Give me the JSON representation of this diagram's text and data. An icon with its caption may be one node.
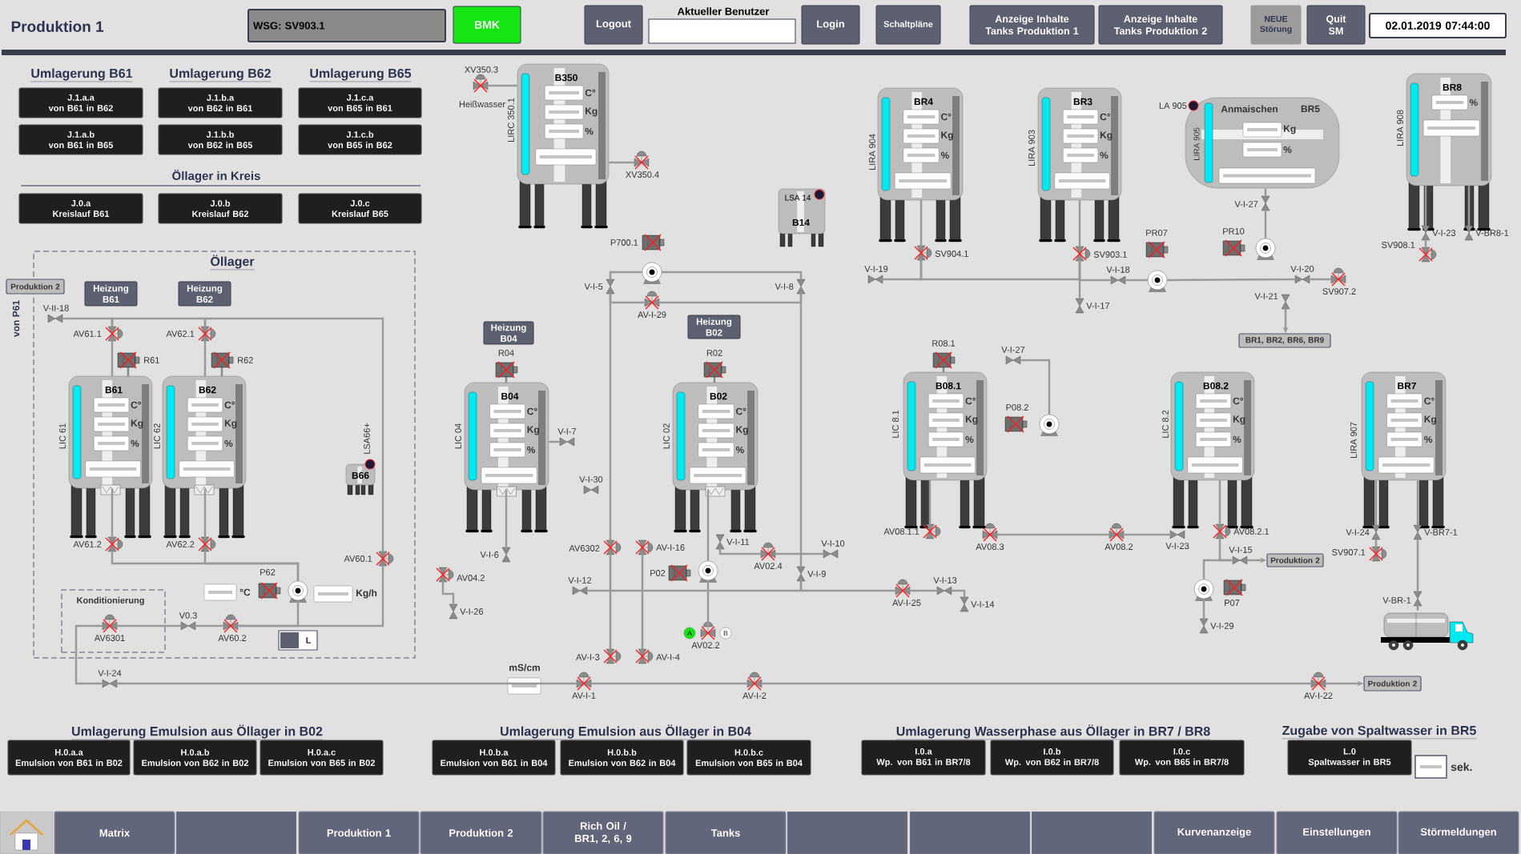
{
  "diagram": {
    "title": "Produktion 1",
    "nodes": [
      {
        "text": [
          "WSG: SV903.1"
        ]
      },
      {
        "text": [
          "BMK"
        ]
      },
      {
        "text": [
          "Logout"
        ]
      },
      {
        "text": [
          "Login"
        ]
      },
      {
        "text": [
          "Schaltpläne"
        ]
      },
      {
        "text": [
          "Anzeige Inhalte Tanks Produktion 1"
        ]
      },
      {
        "text": [
          "Anzeige Inhalte Tanks Produktion 2"
        ]
      },
      {
        "text": [
          "NEUE Störung"
        ]
      },
      {
        "text": [
          "Quit SM"
        ]
      },
      {
        "text": [
          "02.01.2019 07:44:00"
        ]
      },
      {
        "text": [
          "J.1.a.a",
          "von B61 in B62"
        ]
      },
      {
        "text": [
          "J.1.b.a",
          "von B62 in B61"
        ]
      },
      {
        "text": [
          "J.1.c.a",
          "von B65 in B61"
        ]
      },
      {
        "text": [
          "J.1.a.b",
          "von B61 in B65"
        ]
      },
      {
        "text": [
          "J.1.b.b",
          "von B62 in B65"
        ]
      },
      {
        "text": [
          "J.1.c.b",
          "von B65 in B62"
        ]
      },
      {
        "text": [
          "J.0.a",
          "Kreislauf B61"
        ]
      },
      {
        "text": [
          "J.0.b",
          "Kreislauf B62"
        ]
      },
      {
        "text": [
          "J.0.c",
          "Kreislauf B65"
        ]
      },
      {
        "text": [
          "Öllager"
        ]
      },
      {
        "text": [
          "Produktion 2"
        ]
      },
      {
        "text": [
          "Heizung B61"
        ],
        "in": 19
      },
      {
        "text": [
          "Heizung B62"
        ],
        "in": 19
      },
      {
        "text": [],
        "shape": "valve",
        "beside": [
          "V-II-18"
        ],
        "in": 19
      },
      {
        "text": [],
        "shape": "valve",
        "beside": [
          "AV61.1"
        ],
        "in": 19
      },
      {
        "text": [],
        "shape": "valve",
        "beside": [
          "AV62.1"
        ],
        "in": 19
      },
      {
        "text": [],
        "shape": "motor",
        "beside": [
          "R61"
        ],
        "in": 19
      },
      {
        "text": [],
        "shape": "motor",
        "beside": [
          "R62"
        ],
        "in": 19
      },
      {
        "text": [
          "B61",
          "C°",
          "Kg",
          "%"
        ],
        "beside": [
          "LIC 61"
        ],
        "in": 19
      },
      {
        "text": [
          "B62",
          "C°",
          "Kg",
          "%"
        ],
        "beside": [
          "LIC 62"
        ],
        "in": 19
      },
      {
        "text": [
          "B66"
        ],
        "beside": [
          "LSA66+"
        ],
        "in": 19
      },
      {
        "text": [],
        "shape": "valve",
        "beside": [
          "AV61.2"
        ],
        "in": 19
      },
      {
        "text": [],
        "shape": "valve",
        "beside": [
          "AV62.2"
        ],
        "in": 19
      },
      {
        "text": [],
        "shape": "valve",
        "beside": [
          "AV60.1"
        ],
        "in": 19
      },
      {
        "text": [],
        "shape": "pump",
        "beside": [
          "P62"
        ],
        "in": 19
      },
      {
        "text": [
          "Konditionierung"
        ],
        "in": 19
      },
      {
        "text": [],
        "shape": "valve",
        "beside": [
          "AV6301"
        ],
        "in": 35
      },
      {
        "text": [],
        "shape": "valve",
        "beside": [
          "V0.3"
        ],
        "in": 19
      },
      {
        "text": [],
        "shape": "valve",
        "beside": [
          "AV60.2"
        ],
        "in": 19
      },
      {
        "text": [],
        "shape": "valve",
        "beside": [
          "V-I-24"
        ]
      },
      {
        "text": [
          "B350",
          "C°",
          "Kg",
          "%"
        ],
        "beside": [
          "LIRC 350.1"
        ]
      },
      {
        "text": [],
        "shape": "valve",
        "beside": [
          "XV350.3"
        ]
      },
      {
        "text": [],
        "shape": "valve",
        "beside": [
          "XV350.4"
        ]
      },
      {
        "text": [],
        "shape": "pump",
        "beside": [
          "P700.1"
        ]
      },
      {
        "text": [],
        "shape": "valve",
        "beside": [
          "V-I-5"
        ]
      },
      {
        "text": [],
        "shape": "valve",
        "beside": [
          "V-I-8"
        ]
      },
      {
        "text": [],
        "shape": "valve",
        "beside": [
          "AV-I-29"
        ]
      },
      {
        "text": [
          "Heizung B04"
        ]
      },
      {
        "text": [],
        "shape": "motor",
        "beside": [
          "R04"
        ]
      },
      {
        "text": [
          "B04",
          "C°",
          "Kg",
          "%"
        ],
        "beside": [
          "LIC 04"
        ]
      },
      {
        "text": [],
        "shape": "valve",
        "beside": [
          "V-I-7"
        ]
      },
      {
        "text": [],
        "shape": "valve",
        "beside": [
          "V-I-30"
        ]
      },
      {
        "text": [],
        "shape": "valve",
        "beside": [
          "V-I-6"
        ]
      },
      {
        "text": [],
        "shape": "valve",
        "beside": [
          "AV04.2"
        ]
      },
      {
        "text": [],
        "shape": "valve",
        "beside": [
          "V-I-26"
        ]
      },
      {
        "text": [
          "Heizung B02"
        ]
      },
      {
        "text": [],
        "shape": "motor",
        "beside": [
          "R02"
        ]
      },
      {
        "text": [
          "B02",
          "C°",
          "Kg",
          "%"
        ],
        "beside": [
          "LIC 02"
        ]
      },
      {
        "text": [],
        "shape": "valve",
        "beside": [
          "AV6302"
        ]
      },
      {
        "text": [],
        "shape": "valve",
        "beside": [
          "AV-I-16"
        ]
      },
      {
        "text": [],
        "shape": "pump",
        "beside": [
          "P02"
        ]
      },
      {
        "text": [],
        "shape": "valve",
        "beside": [
          "V-I-11"
        ]
      },
      {
        "text": [],
        "shape": "valve",
        "beside": [
          "AV02.4"
        ]
      },
      {
        "text": [],
        "shape": "valve",
        "beside": [
          "V-I-10"
        ]
      },
      {
        "text": [],
        "shape": "valve",
        "beside": [
          "V-I-9"
        ]
      },
      {
        "text": [],
        "shape": "valve",
        "beside": [
          "V-I-12"
        ]
      },
      {
        "text": [],
        "shape": "valve",
        "beside": [
          "AV02.2"
        ]
      },
      {
        "text": [],
        "shape": "valve",
        "beside": [
          "AV-I-3"
        ]
      },
      {
        "text": [],
        "shape": "valve",
        "beside": [
          "AV-I-4"
        ]
      },
      {
        "text": [],
        "shape": "valve",
        "beside": [
          "AV-I-1"
        ]
      },
      {
        "text": [],
        "shape": "valve",
        "beside": [
          "AV-I-2"
        ]
      },
      {
        "text": [
          "LSA 14",
          "B14"
        ]
      },
      {
        "text": [
          "BR4",
          "C°",
          "Kg",
          "%"
        ],
        "beside": [
          "LIRA 904"
        ]
      },
      {
        "text": [],
        "shape": "valve",
        "beside": [
          "SV904.1"
        ]
      },
      {
        "text": [],
        "shape": "valve",
        "beside": [
          "V-I-19"
        ]
      },
      {
        "text": [
          "BR3",
          "C°",
          "Kg",
          "%"
        ],
        "beside": [
          "LIRA 903"
        ]
      },
      {
        "text": [],
        "shape": "valve",
        "beside": [
          "SV903.1"
        ]
      },
      {
        "text": [],
        "shape": "valve",
        "beside": [
          "V-I-18"
        ]
      },
      {
        "text": [],
        "shape": "pump",
        "beside": [
          "PR07"
        ]
      },
      {
        "text": [],
        "shape": "valve",
        "beside": [
          "V-I-17"
        ]
      },
      {
        "text": [
          "Anmaischen",
          "BR5",
          "LIRA 905",
          "Kg",
          "%"
        ],
        "beside": [
          "LA 905"
        ]
      },
      {
        "text": [],
        "shape": "valve",
        "beside": [
          "V-I-27"
        ]
      },
      {
        "text": [],
        "shape": "pump",
        "beside": [
          "PR10"
        ]
      },
      {
        "text": [],
        "shape": "valve",
        "beside": [
          "V-I-20"
        ]
      },
      {
        "text": [],
        "shape": "valve",
        "beside": [
          "SV907.2"
        ]
      },
      {
        "text": [],
        "shape": "valve",
        "beside": [
          "V-I-21"
        ]
      },
      {
        "text": [
          "BR1, BR2, BR6, BR9"
        ]
      },
      {
        "text": [
          "BR8",
          "%"
        ],
        "beside": [
          "LIRA 908"
        ]
      },
      {
        "text": [],
        "shape": "valve",
        "beside": [
          "V-I-23"
        ]
      },
      {
        "text": [],
        "shape": "valve",
        "beside": [
          "V-BR8-1"
        ]
      },
      {
        "text": [],
        "shape": "valve",
        "beside": [
          "SV908.1"
        ]
      },
      {
        "text": [],
        "shape": "motor",
        "beside": [
          "R08.1"
        ]
      },
      {
        "text": [
          "B08.1",
          "C°",
          "Kg",
          "%"
        ],
        "beside": [
          "LIC 8.1"
        ]
      },
      {
        "text": [],
        "shape": "valve",
        "beside": [
          "V-I-27"
        ]
      },
      {
        "text": [],
        "shape": "pump",
        "beside": [
          "P08.2"
        ]
      },
      {
        "text": [],
        "shape": "valve",
        "beside": [
          "AV08.1.1"
        ]
      },
      {
        "text": [],
        "shape": "valve",
        "beside": [
          "AV08.3"
        ]
      },
      {
        "text": [],
        "shape": "valve",
        "beside": [
          "AV-I-25"
        ]
      },
      {
        "text": [],
        "shape": "valve",
        "beside": [
          "V-I-13"
        ]
      },
      {
        "text": [],
        "shape": "valve",
        "beside": [
          "V-I-14"
        ]
      },
      {
        "text": [
          "B08.2",
          "C°",
          "Kg",
          "%"
        ],
        "beside": [
          "LIC 8.2"
        ]
      },
      {
        "text": [],
        "shape": "valve",
        "beside": [
          "AV08.2"
        ]
      },
      {
        "text": [],
        "shape": "valve",
        "beside": [
          "V-I-23"
        ]
      },
      {
        "text": [],
        "shape": "valve",
        "beside": [
          "AV08.2.1"
        ]
      },
      {
        "text": [],
        "shape": "valve",
        "beside": [
          "V-I-15"
        ]
      },
      {
        "text": [
          "Produktion 2"
        ]
      },
      {
        "text": [],
        "shape": "pump",
        "beside": [
          "P07"
        ]
      },
      {
        "text": [],
        "shape": "valve",
        "beside": [
          "V-I-29"
        ]
      },
      {
        "text": [
          "BR7",
          "C°",
          "Kg",
          "%"
        ],
        "beside": [
          "LIRA 907"
        ]
      },
      {
        "text": [],
        "shape": "valve",
        "beside": [
          "V-I-24"
        ]
      },
      {
        "text": [],
        "shape": "valve",
        "beside": [
          "V-BR7-1"
        ]
      },
      {
        "text": [],
        "shape": "valve",
        "beside": [
          "SV907.1"
        ]
      },
      {
        "text": [],
        "shape": "valve",
        "beside": [
          "V-BR-1"
        ]
      },
      {
        "text": [],
        "shape": "picture"
      },
      {
        "text": [],
        "shape": "valve",
        "beside": [
          "AV-I-22"
        ]
      },
      {
        "text": [
          "Produktion 2"
        ]
      },
      {
        "text": [
          "H.0.a.a",
          "Emulsion von B61 in B02"
        ]
      },
      {
        "text": [
          "H.0.a.b",
          "Emulsion von B62 in B02"
        ]
      },
      {
        "text": [
          "H.0.a.c",
          "Emulsion von B65 in B02"
        ]
      },
      {
        "text": [
          "H.0.b.a",
          "Emulsion von B61 in B04"
        ]
      },
      {
        "text": [
          "H.0.b.b",
          "Emulsion von B62 in B04"
        ]
      },
      {
        "text": [
          "H.0.b.c",
          "Emulsion von B65 in B04"
        ]
      },
      {
        "text": [
          "I.0.a",
          "Wp. von B61 in BR7/8"
        ]
      },
      {
        "text": [
          "I.0.b",
          "Wp. von B62 in BR7/8"
        ]
      },
      {
        "text": [
          "I.0.c",
          "Wp. von B65 in BR7/8"
        ]
      },
      {
        "text": [
          "L.0",
          "Spaltwasser in BR5"
        ]
      },
      {
        "text": [
          "Matrix"
        ]
      },
      {
        "text": [
          "Produktion 1"
        ]
      },
      {
        "text": [
          "Produktion 2"
        ]
      },
      {
        "text": [
          "Rich Oil / BR1, 2, 6, 9"
        ]
      },
      {
        "text": [
          "Tanks"
        ]
      },
      {
        "text": [
          "Kurvenanzeige"
        ]
      },
      {
        "text": [
          "Einstellungen"
        ]
      },
      {
        "text": [
          "Störmeldungen"
        ]
      },
      {
        "text": [],
        "shape": "box"
      },
      {
        "text": [],
        "shape": "box"
      },
      {
        "text": [],
        "shape": "box"
      },
      {
        "text": [],
        "shape": "box"
      }
    ],
    "edges": [
      {
        "from": 23,
        "to": 24,
        "arrow": "none"
      },
      {
        "from": 24,
        "to": 25,
        "arrow": "none"
      },
      {
        "from": 25,
        "to": 33,
        "arrow": "none"
      },
      {
        "from": 24,
        "to": 28,
        "arrow": "none"
      },
      {
        "from": 25,
        "to": 29,
        "arrow": "none"
      },
      {
        "from": 28,
        "to": 31,
        "arrow": "none"
      },
      {
        "from": 29,
        "to": 32,
        "arrow": "none"
      },
      {
        "from": 31,
        "to": 34,
        "arrow": "none"
      },
      {
        "from": 32,
        "to": 34,
        "arrow": "none"
      },
      {
        "from": 36,
        "to": 37,
        "arrow": "none"
      },
      {
        "from": 37,
        "to": 38,
        "arrow": "none"
      },
      {
        "from": 38,
        "to": 34,
        "arrow": "none"
      },
      {
        "from": 38,
        "to": 33,
        "arrow": "none"
      },
      {
        "from": 36,
        "to": 39,
        "arrow": "none"
      },
      {
        "from": 39,
        "to": 69,
        "arrow": "none"
      },
      {
        "from": 69,
        "to": 70,
        "arrow": "none"
      },
      {
        "from": 70,
        "to": 114,
        "arrow": "none"
      },
      {
        "from": 114,
        "to": 115,
        "arrow": "to"
      },
      {
        "from": 41,
        "to": 40,
        "arrow": "none"
      },
      {
        "from": 40,
        "to": 42,
        "arrow": "none"
      },
      {
        "from": 44,
        "to": 43,
        "arrow": "none"
      },
      {
        "from": 43,
        "to": 45,
        "arrow": "none"
      },
      {
        "from": 44,
        "to": 46,
        "arrow": "none"
      },
      {
        "from": 46,
        "to": 45,
        "arrow": "none"
      },
      {
        "from": 44,
        "to": 58,
        "arrow": "none"
      },
      {
        "from": 45,
        "to": 64,
        "arrow": "none"
      },
      {
        "from": 50,
        "to": 49,
        "arrow": "none"
      },
      {
        "from": 49,
        "to": 52,
        "arrow": "none"
      },
      {
        "from": 53,
        "to": 54,
        "arrow": "none"
      },
      {
        "from": 57,
        "to": 60,
        "arrow": "none"
      },
      {
        "from": 60,
        "to": 66,
        "arrow": "none"
      },
      {
        "from": 61,
        "to": 62,
        "arrow": "none"
      },
      {
        "from": 62,
        "to": 63,
        "arrow": "none"
      },
      {
        "from": 59,
        "to": 68,
        "arrow": "none"
      },
      {
        "from": 65,
        "to": 64,
        "arrow": "none"
      },
      {
        "from": 64,
        "to": 97,
        "arrow": "none"
      },
      {
        "from": 97,
        "to": 98,
        "arrow": "none"
      },
      {
        "from": 98,
        "to": 99,
        "arrow": "none"
      },
      {
        "from": 58,
        "to": 67,
        "arrow": "none"
      },
      {
        "from": 72,
        "to": 73,
        "arrow": "none"
      },
      {
        "from": 74,
        "to": 73,
        "arrow": "none"
      },
      {
        "from": 73,
        "to": 76,
        "arrow": "none"
      },
      {
        "from": 75,
        "to": 76,
        "arrow": "none"
      },
      {
        "from": 76,
        "to": 79,
        "arrow": "none"
      },
      {
        "from": 76,
        "to": 77,
        "arrow": "none"
      },
      {
        "from": 77,
        "to": 78,
        "arrow": "none"
      },
      {
        "from": 78,
        "to": 83,
        "arrow": "none"
      },
      {
        "from": 83,
        "to": 84,
        "arrow": "none"
      },
      {
        "from": 85,
        "to": 86,
        "arrow": "to"
      },
      {
        "from": 80,
        "to": 81,
        "arrow": "none"
      },
      {
        "from": 81,
        "to": 82,
        "arrow": "none"
      },
      {
        "from": 87,
        "to": 88,
        "arrow": "none"
      },
      {
        "from": 87,
        "to": 89,
        "arrow": "none"
      },
      {
        "from": 88,
        "to": 90,
        "arrow": "none"
      },
      {
        "from": 92,
        "to": 95,
        "arrow": "none"
      },
      {
        "from": 93,
        "to": 94,
        "arrow": "none"
      },
      {
        "from": 96,
        "to": 101,
        "arrow": "none"
      },
      {
        "from": 101,
        "to": 102,
        "arrow": "none"
      },
      {
        "from": 100,
        "to": 103,
        "arrow": "none"
      },
      {
        "from": 103,
        "to": 104,
        "arrow": "none"
      },
      {
        "from": 104,
        "to": 105,
        "arrow": "to"
      },
      {
        "from": 106,
        "to": 107,
        "arrow": "none"
      },
      {
        "from": 106,
        "to": 104,
        "arrow": "none"
      },
      {
        "from": 108,
        "to": 109,
        "arrow": "none"
      },
      {
        "from": 108,
        "to": 110,
        "arrow": "none"
      },
      {
        "from": 109,
        "to": 111,
        "arrow": "none"
      },
      {
        "from": 110,
        "to": 112,
        "arrow": "none"
      },
      {
        "from": 112,
        "to": 113,
        "arrow": "none"
      }
    ],
    "labels": [
      "Aktueller Benutzer",
      "Umlagerung B61",
      "Umlagerung B62",
      "Umlagerung B65",
      "Öllager in Kreis",
      "von P61",
      "Heißwasser",
      "°C",
      "Kg/h",
      "L",
      "mS/cm",
      "A",
      "B",
      "Umlagerung Emulsion aus Öllager in B02",
      "Umlagerung Emulsion aus Öllager in B04",
      "Umlagerung Wasserphase aus Öllager in BR7 / BR8",
      "Zugabe von Spaltwasser in BR5",
      "sek."
    ]
  }
}
